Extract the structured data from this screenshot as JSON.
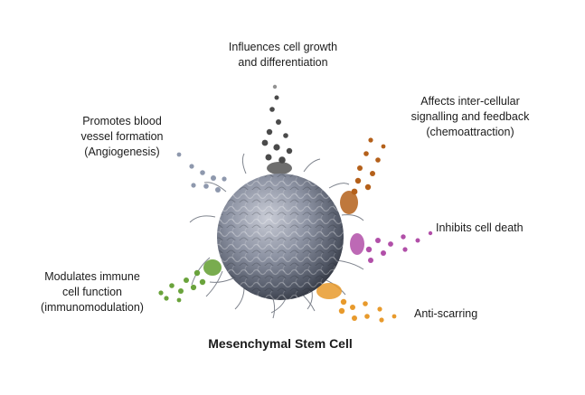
{
  "labels": {
    "growth": [
      "Influences cell growth",
      "and differentiation"
    ],
    "signal": [
      "Affects inter-cellular",
      "signalling and feedback",
      "(chemoattraction)"
    ],
    "angio": [
      "Promotes blood",
      "vessel formation",
      "(Angiogenesis)"
    ],
    "death": [
      "Inhibits cell death"
    ],
    "immune": [
      "Modulates immune",
      "cell function",
      "(immunomodulation)"
    ],
    "scar": [
      "Anti-scarring"
    ]
  },
  "caption": "Mesenchymal Stem Cell",
  "colors": {
    "growth": "#4a4a4a",
    "signal": "#b4601a",
    "angio": "#8e98ad",
    "death": "#b14fa8",
    "immune": "#6aa33c",
    "scar": "#e89a2c",
    "cell": "#8c93a3"
  }
}
